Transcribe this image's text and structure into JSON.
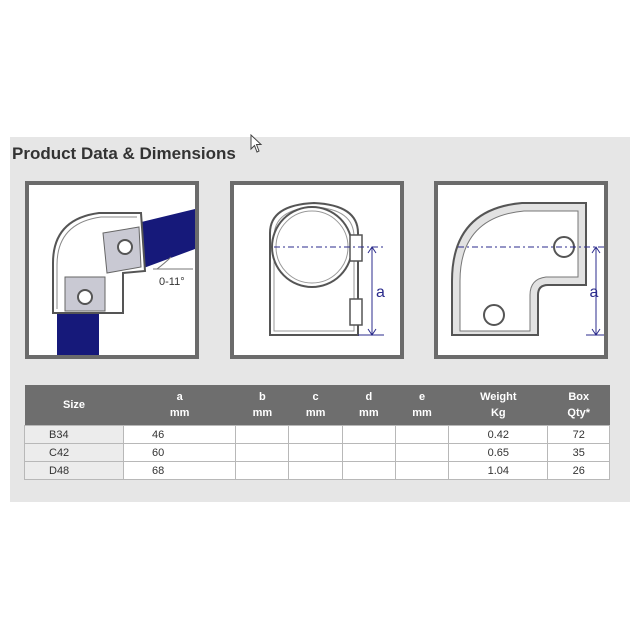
{
  "title": "Product Data & Dimensions",
  "figures": {
    "angle_label": "0-11°",
    "dim_label": "a"
  },
  "table": {
    "headers": [
      {
        "l1": "Size",
        "l2": ""
      },
      {
        "l1": "a",
        "l2": "mm"
      },
      {
        "l1": "b",
        "l2": "mm"
      },
      {
        "l1": "c",
        "l2": "mm"
      },
      {
        "l1": "d",
        "l2": "mm"
      },
      {
        "l1": "e",
        "l2": "mm"
      },
      {
        "l1": "Weight",
        "l2": "Kg"
      },
      {
        "l1": "Box",
        "l2": "Qty*"
      }
    ],
    "rows": [
      [
        "B34",
        "46",
        "",
        "",
        "",
        "",
        "0.42",
        "72"
      ],
      [
        "C42",
        "60",
        "",
        "",
        "",
        "",
        "0.65",
        "35"
      ],
      [
        "D48",
        "68",
        "",
        "",
        "",
        "",
        "1.04",
        "26"
      ]
    ]
  },
  "colors": {
    "pipe": "#16197a",
    "fitting_fill": "#c9c9d3",
    "dim_line": "#2b2b8c"
  }
}
